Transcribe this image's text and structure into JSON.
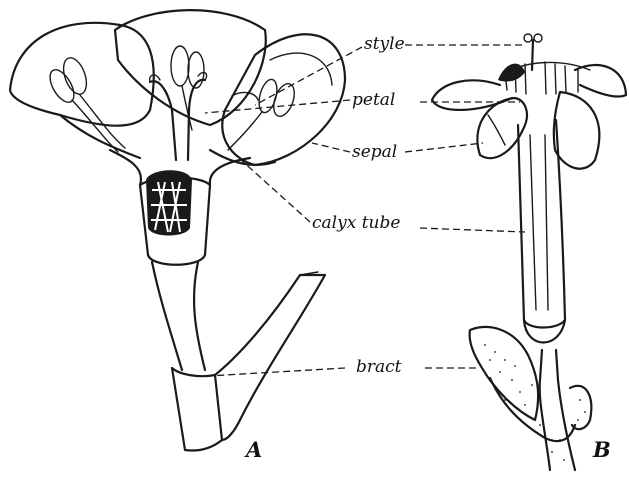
{
  "labels": {
    "style": "style",
    "petal": "petal",
    "sepal": "sepal",
    "calyx_tube": "calyx tube",
    "bract": "bract"
  },
  "figures": {
    "a": "A",
    "b": "B"
  }
}
